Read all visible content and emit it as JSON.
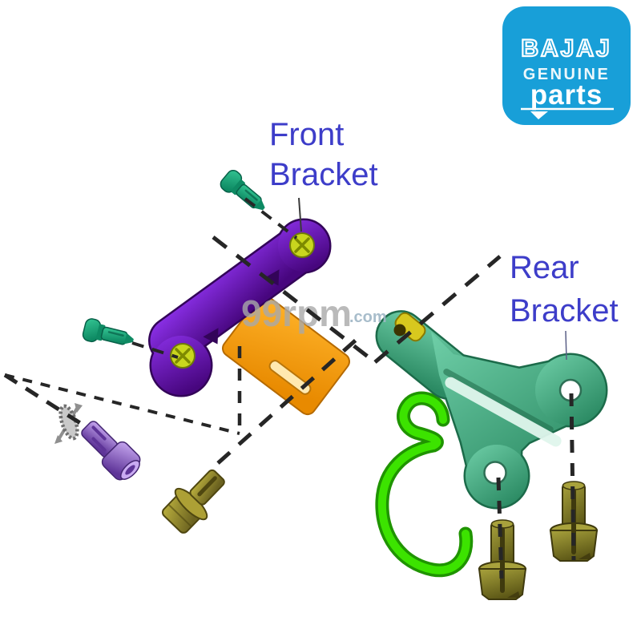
{
  "logo": {
    "brand": "BAJAJ",
    "genuine": "GENUINE",
    "parts": "parts",
    "bg": "#189fd8"
  },
  "labels": {
    "front": {
      "line1": "Front",
      "line2": "Bracket"
    },
    "rear": {
      "line1": "Rear",
      "line2": "Bracket"
    },
    "color": "#3d3dc9"
  },
  "watermark": {
    "name": "99rpm",
    "domain": ".com",
    "color": "#a9a9a9",
    "domain_color": "#9fb6c6"
  },
  "parts": [
    "front-bracket-plate",
    "orange-mount-plate",
    "yellow-mount-screw",
    "green-screw",
    "lock-washer",
    "purple-socket-bolt",
    "brass-flange-bolt",
    "rear-bracket-plate",
    "green-hook-spring",
    "olive-flange-bolt"
  ],
  "colors": {
    "dash": "#262626",
    "leader_front": "#3a3a3a",
    "leader_rear": "#5a5f86",
    "white": "#ffffff",
    "purple_light": "#8b30e8",
    "purple_dark": "#47067e",
    "purple_outline": "#330459",
    "orange_light": "#ffb32a",
    "orange_dark": "#e88a00",
    "orange_outline": "#b56a00",
    "slot_fill": "#ffe9b0",
    "slot_edge": "#b8750a",
    "teal_light": "#6fcfa8",
    "teal_dark": "#2b8a63",
    "teal_outline": "#1c6b4a",
    "stripe_light": "#dff6ec",
    "stripe_dark": "#23704f",
    "hook_bright": "#3ce300",
    "hook_dark": "#1f9400",
    "screw_green_light": "#35c795",
    "screw_green_dark": "#0e8a63",
    "screw_green_outline": "#086048",
    "yellow": "#c9d61e",
    "yellow_outline": "#6f7a08",
    "yellow_cross": "#7d8a00",
    "bushing_yellow": "#d8c81e",
    "bushing_edge": "#8a7a00",
    "bushing_hole": "#3d3400",
    "washer": "#c9c9c9",
    "washer_rim": "#6f6f6f",
    "arrow_gray": "#8f8f8f",
    "lilac_light": "#c9aaf2",
    "lilac_dark": "#5e3498",
    "lilac_outline": "#432571",
    "brass_light": "#bcb13e",
    "brass_mid": "#ada035",
    "brass_dark": "#6b6220",
    "brass_outline": "#4f4710",
    "olive_light": "#a8a23c",
    "olive_dark": "#5c5716",
    "olive_outline": "#3f3a0e",
    "hole_rim": "#2e6f55"
  }
}
